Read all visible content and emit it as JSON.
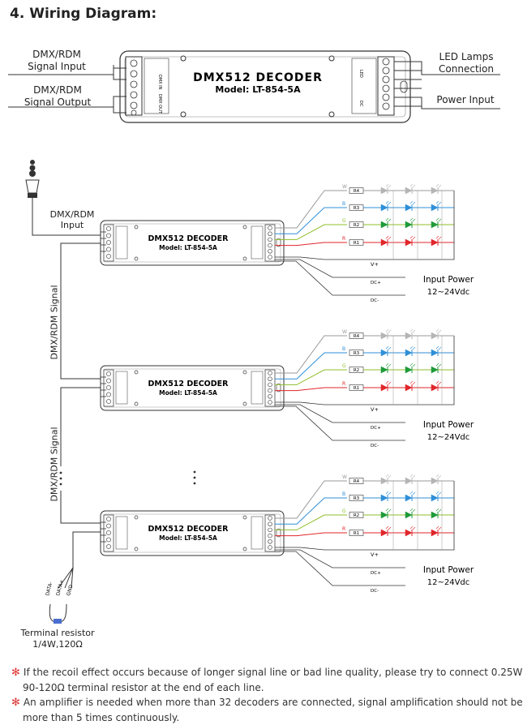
{
  "section_title": "4. Wiring Diagram:",
  "top": {
    "dmx_in": [
      "DMX/RDM",
      "Signal Input"
    ],
    "dmx_out": [
      "DMX/RDM",
      "Signal Output"
    ],
    "led_lamps": [
      "LED Lamps",
      "Connection"
    ],
    "power_input": "Power Input",
    "decoder_title": "DMX512 DECODER",
    "model": "Model: LT-854-5A",
    "left_terminals": [
      "DMX IN",
      "DMX OUT"
    ],
    "right_terminals": [
      "LED",
      "DC"
    ]
  },
  "chain": {
    "dmx_in_label": [
      "DMX/RDM",
      "Input"
    ],
    "signal_label": "DMX/RDM Signal",
    "decoder_title": "DMX512 DECODER",
    "model": "Model: LT-854-5A",
    "channels": [
      "W",
      "B",
      "G",
      "R"
    ],
    "resistors": [
      "R4",
      "R3",
      "R2",
      "R1"
    ],
    "vplus": "V+",
    "dcplus": "DC+",
    "dcminus": "DC-",
    "input_power": [
      "Input Power",
      "12~24Vdc"
    ],
    "terminal_resistor": [
      "Terminal resistor",
      "1/4W,120Ω"
    ],
    "resistor_wires": [
      "DATA-",
      "DATA+",
      "GND"
    ]
  },
  "colors": {
    "W": "#9a9a9a",
    "B": "#2f8fd8",
    "G": "#8fbf2a",
    "R": "#e0262b",
    "led_W": "#b5b5b5",
    "led_B": "#2f8fd8",
    "led_G": "#1e9a3a",
    "led_R": "#e0262b"
  },
  "notes": [
    [
      "If the recoil effect occurs because of longer signal line or bad line quality, please try to connect 0.25W",
      "90-120Ω terminal resistor at the end of each line."
    ],
    [
      "An amplifier is needed when more than 32 decoders are connected, signal amplification should not be",
      "more than 5 times continuously."
    ]
  ]
}
